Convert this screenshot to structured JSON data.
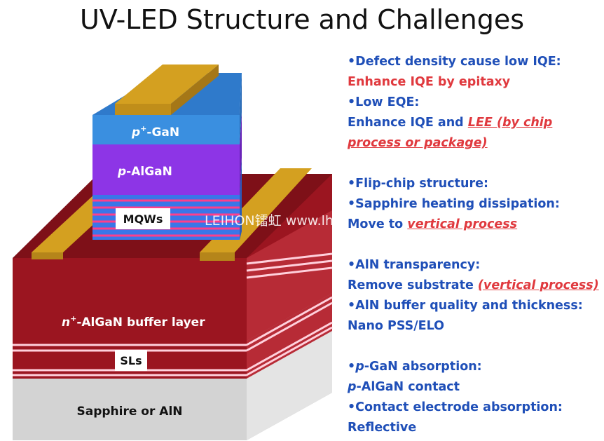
{
  "title": "UV-LED Structure and Challenges",
  "layers": {
    "p_gan": "p",
    "p_gan_sup": "+",
    "p_gan_rest": "-GaN",
    "p_algan": "p",
    "p_algan_rest": "-AlGaN",
    "mqws": "MQWs",
    "n_algan": "n",
    "n_algan_sup": "+",
    "n_algan_rest": "-AlGaN buffer layer",
    "sls": "SLs",
    "substrate": "Sapphire or AlN"
  },
  "notes": {
    "l1": "•Defect density cause low IQE:",
    "l2": "Enhance IQE by epitaxy",
    "l3": "•Low EQE:",
    "l4a": "Enhance IQE and ",
    "l4b": "LEE (by chip",
    "l5": "process or package)",
    "l6": "•Flip-chip structure:",
    "l7": "•Sapphire heating dissipation:",
    "l8a": "Move to ",
    "l8b": "vertical process",
    "l9": "•AlN transparency:",
    "l10a": "Remove substrate ",
    "l10b": "(vertical process)",
    "l11": "•AlN buffer quality and thickness:",
    "l12": "Nano PSS/ELO",
    "l13a": "•",
    "l13b": "p",
    "l13c": "-GaN absorption:",
    "l14a": "p",
    "l14b": "-AlGaN contact",
    "l15": "•Contact electrode absorption:",
    "l16": "Reflective"
  },
  "watermark": "LEIHON镭虹 www.lhcd.cn",
  "colors": {
    "substrate": "#cfcfcf",
    "buffer": "#9b1520",
    "p_algan": "#8d35e6",
    "p_gan": "#3a8fe0",
    "electrode": "#d4a020",
    "note_blue": "#1f4fb8",
    "note_red": "#e0393e"
  }
}
